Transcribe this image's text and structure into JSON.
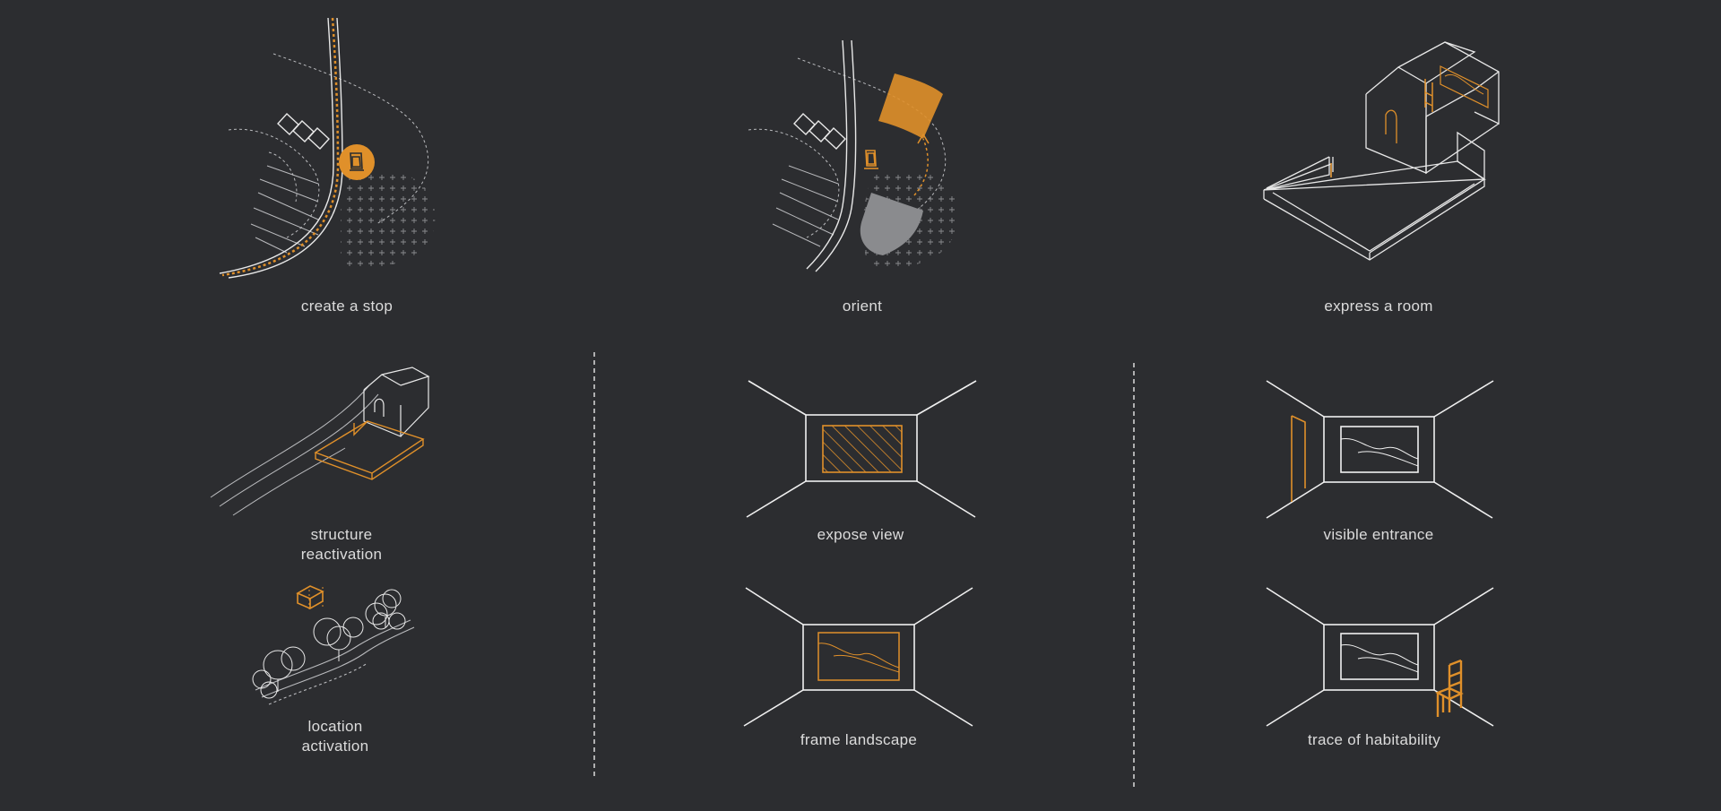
{
  "colors": {
    "background": "#2c2d30",
    "line": "#e8e8e8",
    "accent": "#e0902a",
    "muted": "#8a8b8e"
  },
  "panels": [
    {
      "id": "create-a-stop",
      "caption": "create a stop"
    },
    {
      "id": "orient",
      "caption": "orient"
    },
    {
      "id": "express-a-room",
      "caption": "express a room"
    },
    {
      "id": "structure-reactivation",
      "caption_line1": "structure",
      "caption_line2": "reactivation"
    },
    {
      "id": "location-activation",
      "caption_line1": "location",
      "caption_line2": "activation"
    },
    {
      "id": "expose-view",
      "caption": "expose view"
    },
    {
      "id": "frame-landscape",
      "caption": "frame landscape"
    },
    {
      "id": "visible-entrance",
      "caption": "visible entrance"
    },
    {
      "id": "trace-of-habitability",
      "caption": "trace of habitability"
    }
  ]
}
